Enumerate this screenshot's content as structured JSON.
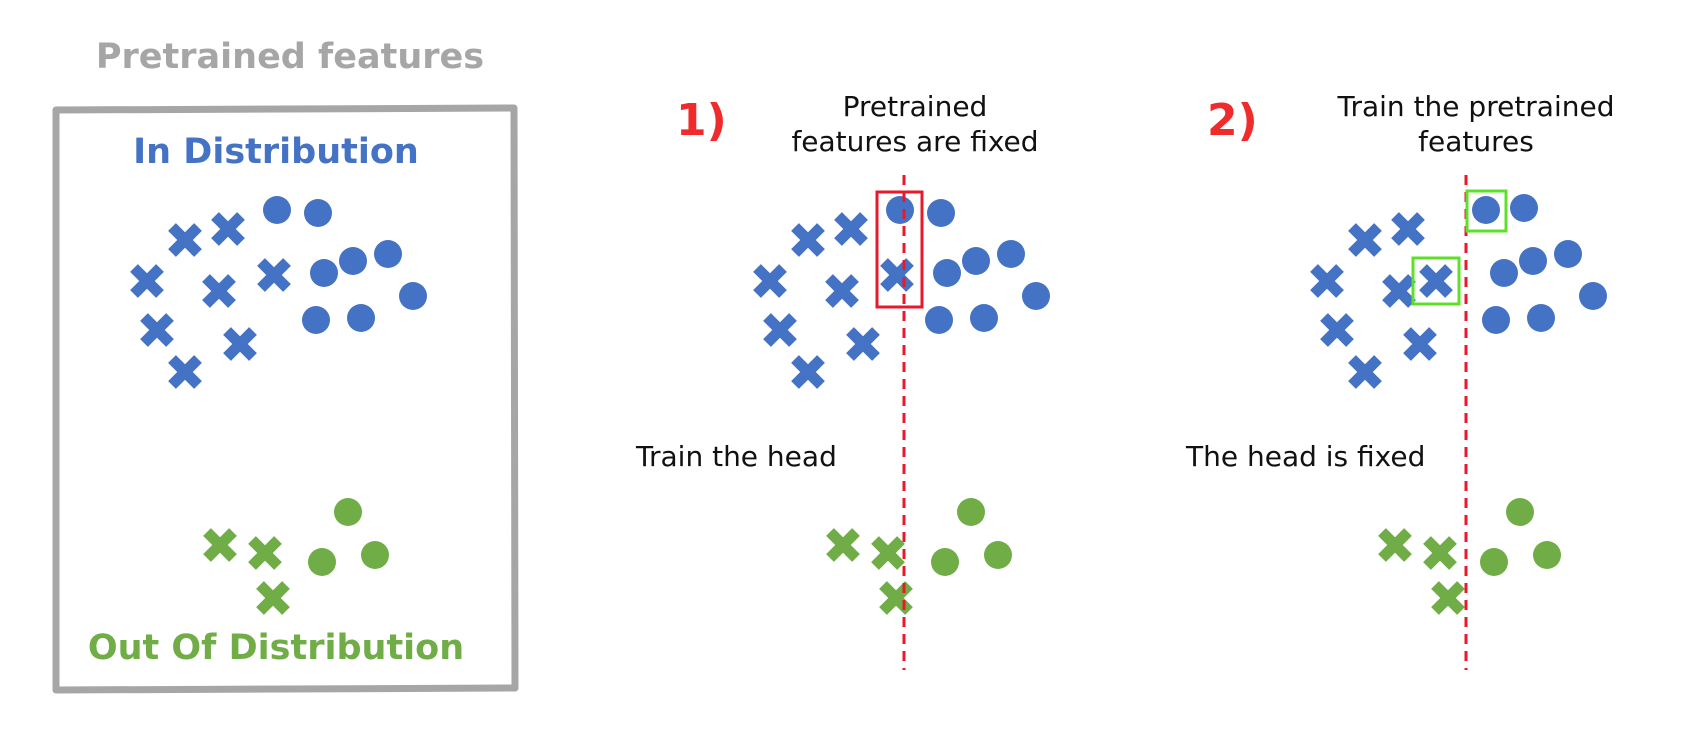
{
  "colors": {
    "in_dist": "#4472c4",
    "ood": "#70ad47",
    "frame": "#a6a6a6",
    "title_gray": "#a6a6a6",
    "accent_red": "#f02b2b",
    "highlight_red": "#e8192c",
    "highlight_green": "#5ee02a",
    "text": "#111111"
  },
  "left_panel": {
    "title": "Pretrained features",
    "in_label": "In Distribution",
    "ood_label": "Out Of Distribution"
  },
  "panel1": {
    "number": "1)",
    "caption_line1": "Pretrained",
    "caption_line2": "features are fixed",
    "side_label": "Train the head"
  },
  "panel2": {
    "number": "2)",
    "caption_line1": "Train the pretrained",
    "caption_line2": "features",
    "side_label": "The head is fixed"
  },
  "icons": {
    "in_cross": "cross-icon",
    "in_circle": "circle-icon",
    "ood_cross": "cross-icon",
    "ood_circle": "circle-icon",
    "boundary": "dashed-line",
    "highlight": "rectangle-outline"
  }
}
